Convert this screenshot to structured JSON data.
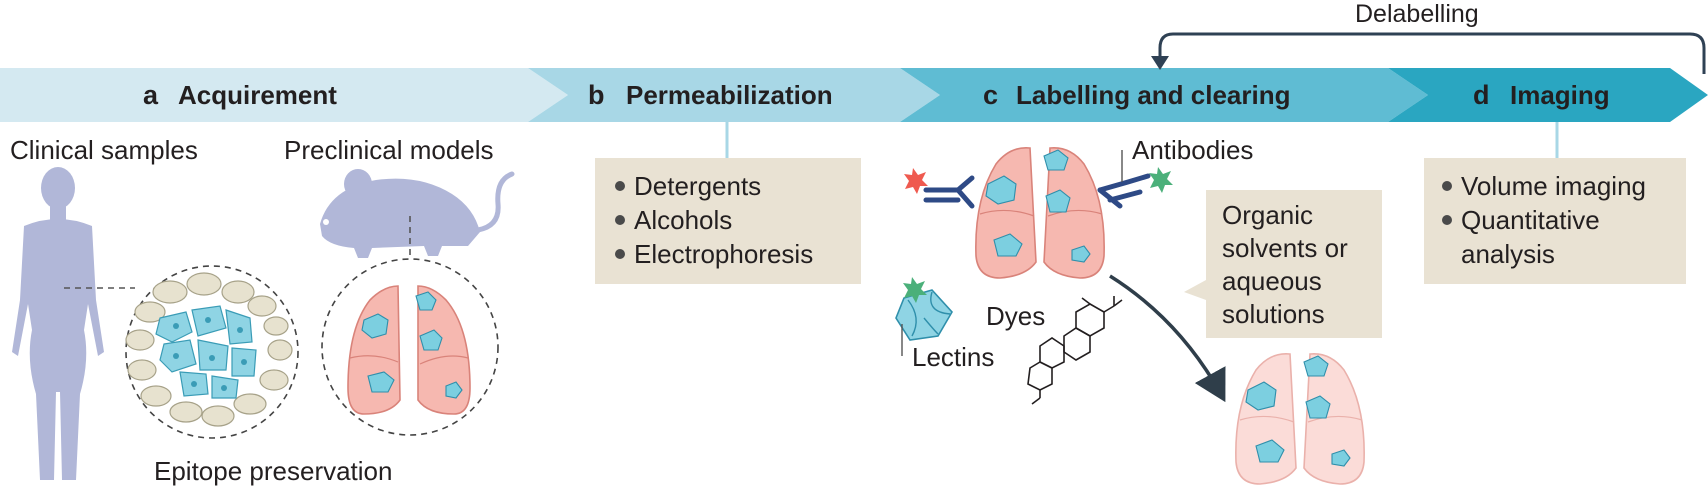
{
  "stages": [
    {
      "letter": "a",
      "title": "Acquirement",
      "color": "#d4e9f1"
    },
    {
      "letter": "b",
      "title": "Permeabilization",
      "color": "#a8d7e6"
    },
    {
      "letter": "c",
      "title": "Labelling and clearing",
      "color": "#5fbcd3"
    },
    {
      "letter": "d",
      "title": "Imaging",
      "color": "#2aa6c1"
    }
  ],
  "loop_label": "Delabelling",
  "acquirement": {
    "clinical": "Clinical samples",
    "preclinical": "Preclinical models",
    "epitope": "Epitope preservation"
  },
  "permeabilization": {
    "items": [
      "Detergents",
      "Alcohols",
      "Electrophoresis"
    ]
  },
  "labelling": {
    "antibodies": "Antibodies",
    "lectins": "Lectins",
    "dyes": "Dyes",
    "solvents_lines": [
      "Organic",
      "solvents or",
      "aqueous",
      "solutions"
    ]
  },
  "imaging": {
    "items": [
      "Volume imaging",
      "Quantitative"
    ],
    "item_continuation": "analysis"
  },
  "colors": {
    "lung_fill": "#f6b8b0",
    "lung_stroke": "#d9837a",
    "lung_faded_fill": "#fbdcd8",
    "cell_blue": "#7ccfe0",
    "silhouette": "#b1b7d8",
    "box": "#e9e2d3",
    "navy": "#2e4a86",
    "arrow_dark": "#2f3e4a",
    "star_red": "#ef5a4f",
    "star_green": "#4bb07a"
  }
}
